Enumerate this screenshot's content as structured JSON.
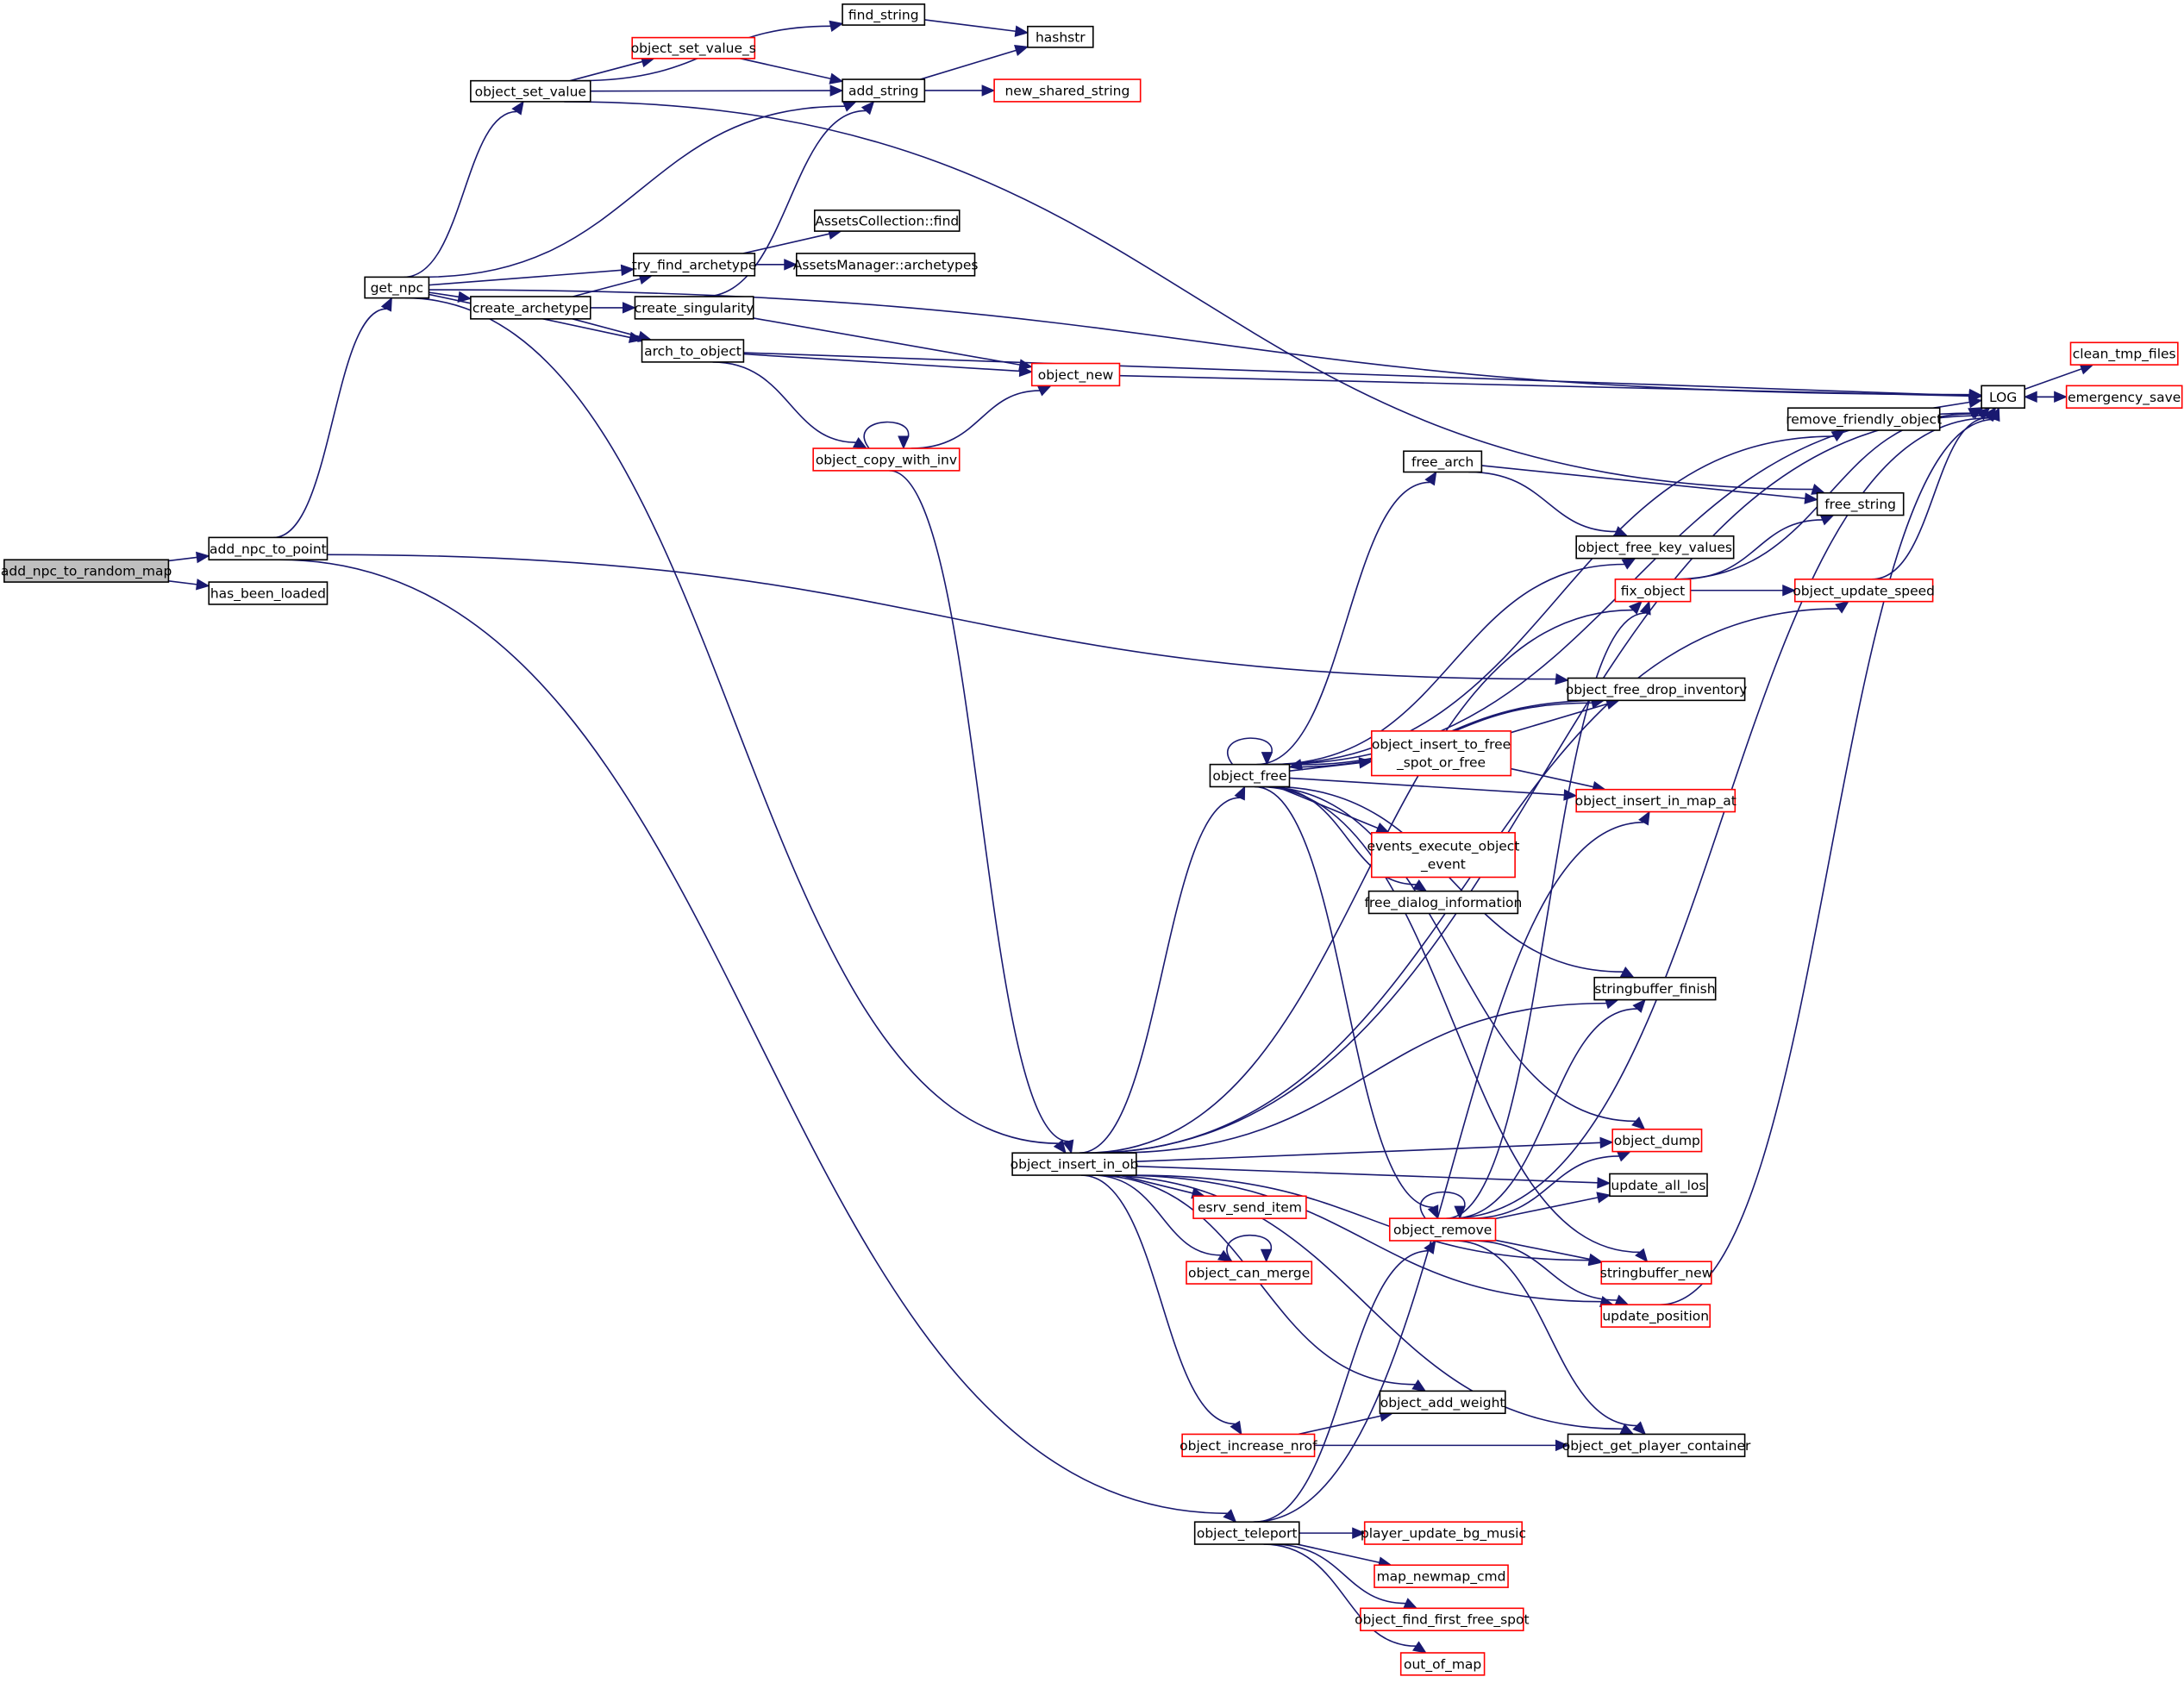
{
  "title": "Call graph of add_npc_to_random_map",
  "colors": {
    "edge": "#191970",
    "node_border": "#000000",
    "truncated_node_border": "#ff0000",
    "root_fill": "#bfbfbf"
  },
  "nodes": [
    {
      "id": "add_npc_to_random_map",
      "label": [
        "add_npc_to_random_map"
      ],
      "kind": "root"
    },
    {
      "id": "add_npc_to_point",
      "label": [
        "add_npc_to_point"
      ],
      "kind": "plain"
    },
    {
      "id": "has_been_loaded",
      "label": [
        "has_been_loaded"
      ],
      "kind": "plain"
    },
    {
      "id": "get_npc",
      "label": [
        "get_npc"
      ],
      "kind": "plain"
    },
    {
      "id": "object_set_value",
      "label": [
        "object_set_value"
      ],
      "kind": "plain"
    },
    {
      "id": "create_archetype",
      "label": [
        "create_archetype"
      ],
      "kind": "plain"
    },
    {
      "id": "find_string",
      "label": [
        "find_string"
      ],
      "kind": "plain"
    },
    {
      "id": "object_set_value_s",
      "label": [
        "object_set_value_s"
      ],
      "kind": "red"
    },
    {
      "id": "add_string",
      "label": [
        "add_string"
      ],
      "kind": "plain"
    },
    {
      "id": "hashstr",
      "label": [
        "hashstr"
      ],
      "kind": "plain"
    },
    {
      "id": "new_shared_string",
      "label": [
        "new_shared_string"
      ],
      "kind": "red"
    },
    {
      "id": "AssetsCollection::find",
      "label": [
        "AssetsCollection::find"
      ],
      "kind": "plain"
    },
    {
      "id": "try_find_archetype",
      "label": [
        "try_find_archetype"
      ],
      "kind": "plain"
    },
    {
      "id": "AssetsManager::archetypes",
      "label": [
        "AssetsManager::archetypes"
      ],
      "kind": "plain"
    },
    {
      "id": "create_singularity",
      "label": [
        "create_singularity"
      ],
      "kind": "plain"
    },
    {
      "id": "arch_to_object",
      "label": [
        "arch_to_object"
      ],
      "kind": "plain"
    },
    {
      "id": "object_new",
      "label": [
        "object_new"
      ],
      "kind": "red"
    },
    {
      "id": "object_copy_with_inv",
      "label": [
        "object_copy_with_inv"
      ],
      "kind": "red"
    },
    {
      "id": "LOG",
      "label": [
        "LOG"
      ],
      "kind": "plain"
    },
    {
      "id": "clean_tmp_files",
      "label": [
        "clean_tmp_files"
      ],
      "kind": "red"
    },
    {
      "id": "emergency_save",
      "label": [
        "emergency_save"
      ],
      "kind": "red"
    },
    {
      "id": "remove_friendly_object",
      "label": [
        "remove_friendly_object"
      ],
      "kind": "plain"
    },
    {
      "id": "free_arch",
      "label": [
        "free_arch"
      ],
      "kind": "plain"
    },
    {
      "id": "free_string",
      "label": [
        "free_string"
      ],
      "kind": "plain"
    },
    {
      "id": "object_free_key_values",
      "label": [
        "object_free_key_values"
      ],
      "kind": "plain"
    },
    {
      "id": "fix_object",
      "label": [
        "fix_object"
      ],
      "kind": "red"
    },
    {
      "id": "object_update_speed",
      "label": [
        "object_update_speed"
      ],
      "kind": "red"
    },
    {
      "id": "object_free_drop_inventory",
      "label": [
        "object_free_drop_inventory"
      ],
      "kind": "plain"
    },
    {
      "id": "object_free",
      "label": [
        "object_free"
      ],
      "kind": "plain"
    },
    {
      "id": "object_insert_to_free_spot_or_free",
      "label": [
        "object_insert_to_free",
        "_spot_or_free"
      ],
      "kind": "red"
    },
    {
      "id": "object_insert_in_map_at",
      "label": [
        "object_insert_in_map_at"
      ],
      "kind": "red"
    },
    {
      "id": "events_execute_object_event",
      "label": [
        "events_execute_object",
        "_event"
      ],
      "kind": "red"
    },
    {
      "id": "free_dialog_information",
      "label": [
        "free_dialog_information"
      ],
      "kind": "plain"
    },
    {
      "id": "stringbuffer_finish",
      "label": [
        "stringbuffer_finish"
      ],
      "kind": "plain"
    },
    {
      "id": "object_insert_in_ob",
      "label": [
        "object_insert_in_ob"
      ],
      "kind": "plain"
    },
    {
      "id": "object_dump",
      "label": [
        "object_dump"
      ],
      "kind": "red"
    },
    {
      "id": "update_all_los",
      "label": [
        "update_all_los"
      ],
      "kind": "plain"
    },
    {
      "id": "esrv_send_item",
      "label": [
        "esrv_send_item"
      ],
      "kind": "red"
    },
    {
      "id": "object_remove",
      "label": [
        "object_remove"
      ],
      "kind": "red"
    },
    {
      "id": "object_can_merge",
      "label": [
        "object_can_merge"
      ],
      "kind": "red"
    },
    {
      "id": "stringbuffer_new",
      "label": [
        "stringbuffer_new"
      ],
      "kind": "red"
    },
    {
      "id": "update_position",
      "label": [
        "update_position"
      ],
      "kind": "red"
    },
    {
      "id": "object_add_weight",
      "label": [
        "object_add_weight"
      ],
      "kind": "plain"
    },
    {
      "id": "object_increase_nrof",
      "label": [
        "object_increase_nrof"
      ],
      "kind": "red"
    },
    {
      "id": "object_get_player_container",
      "label": [
        "object_get_player_container"
      ],
      "kind": "plain"
    },
    {
      "id": "object_teleport",
      "label": [
        "object_teleport"
      ],
      "kind": "plain"
    },
    {
      "id": "player_update_bg_music",
      "label": [
        "player_update_bg_music"
      ],
      "kind": "red"
    },
    {
      "id": "map_newmap_cmd",
      "label": [
        "map_newmap_cmd"
      ],
      "kind": "red"
    },
    {
      "id": "object_find_first_free_spot",
      "label": [
        "object_find_first_free_spot"
      ],
      "kind": "red"
    },
    {
      "id": "out_of_map",
      "label": [
        "out_of_map"
      ],
      "kind": "red"
    }
  ],
  "edges": [
    [
      "add_npc_to_random_map",
      "add_npc_to_point"
    ],
    [
      "add_npc_to_random_map",
      "has_been_loaded"
    ],
    [
      "add_npc_to_point",
      "get_npc"
    ],
    [
      "add_npc_to_point",
      "object_free_drop_inventory"
    ],
    [
      "add_npc_to_point",
      "object_teleport"
    ],
    [
      "get_npc",
      "object_set_value"
    ],
    [
      "get_npc",
      "add_string"
    ],
    [
      "get_npc",
      "LOG"
    ],
    [
      "get_npc",
      "try_find_archetype"
    ],
    [
      "get_npc",
      "create_archetype"
    ],
    [
      "get_npc",
      "arch_to_object"
    ],
    [
      "get_npc",
      "object_insert_in_ob"
    ],
    [
      "object_set_value",
      "find_string"
    ],
    [
      "object_set_value",
      "object_set_value_s"
    ],
    [
      "object_set_value",
      "add_string"
    ],
    [
      "object_set_value",
      "free_string"
    ],
    [
      "object_set_value_s",
      "add_string"
    ],
    [
      "find_string",
      "hashstr"
    ],
    [
      "add_string",
      "hashstr"
    ],
    [
      "add_string",
      "new_shared_string"
    ],
    [
      "create_archetype",
      "try_find_archetype"
    ],
    [
      "create_archetype",
      "create_singularity"
    ],
    [
      "create_archetype",
      "arch_to_object"
    ],
    [
      "try_find_archetype",
      "AssetsCollection::find"
    ],
    [
      "try_find_archetype",
      "AssetsManager::archetypes"
    ],
    [
      "create_singularity",
      "add_string"
    ],
    [
      "create_singularity",
      "object_new"
    ],
    [
      "arch_to_object",
      "LOG"
    ],
    [
      "arch_to_object",
      "object_new"
    ],
    [
      "arch_to_object",
      "object_copy_with_inv"
    ],
    [
      "object_copy_with_inv",
      "object_copy_with_inv"
    ],
    [
      "object_copy_with_inv",
      "object_new"
    ],
    [
      "object_copy_with_inv",
      "object_insert_in_ob"
    ],
    [
      "object_new",
      "LOG"
    ],
    [
      "LOG",
      "clean_tmp_files"
    ],
    [
      "LOG",
      "emergency_save"
    ],
    [
      "emergency_save",
      "LOG"
    ],
    [
      "remove_friendly_object",
      "LOG"
    ],
    [
      "free_arch",
      "free_string"
    ],
    [
      "free_arch",
      "object_free_key_values"
    ],
    [
      "fix_object",
      "LOG"
    ],
    [
      "fix_object",
      "free_string"
    ],
    [
      "fix_object",
      "object_update_speed"
    ],
    [
      "object_update_speed",
      "LOG"
    ],
    [
      "object_free_drop_inventory",
      "object_free"
    ],
    [
      "object_free",
      "object_free"
    ],
    [
      "object_free",
      "LOG"
    ],
    [
      "object_free",
      "remove_friendly_object"
    ],
    [
      "object_free",
      "free_arch"
    ],
    [
      "object_free",
      "object_free_key_values"
    ],
    [
      "object_free",
      "object_free_drop_inventory"
    ],
    [
      "object_free",
      "object_insert_to_free_spot_or_free"
    ],
    [
      "object_free",
      "object_insert_in_map_at"
    ],
    [
      "object_free",
      "events_execute_object_event"
    ],
    [
      "object_free",
      "free_dialog_information"
    ],
    [
      "object_free",
      "stringbuffer_finish"
    ],
    [
      "object_free",
      "object_dump"
    ],
    [
      "object_free",
      "object_remove"
    ],
    [
      "object_free",
      "stringbuffer_new"
    ],
    [
      "object_insert_to_free_spot_or_free",
      "object_free_drop_inventory"
    ],
    [
      "object_insert_to_free_spot_or_free",
      "object_insert_in_map_at"
    ],
    [
      "object_insert_in_ob",
      "LOG"
    ],
    [
      "object_insert_in_ob",
      "fix_object"
    ],
    [
      "object_insert_in_ob",
      "object_update_speed"
    ],
    [
      "object_insert_in_ob",
      "object_free"
    ],
    [
      "object_insert_in_ob",
      "stringbuffer_finish"
    ],
    [
      "object_insert_in_ob",
      "object_dump"
    ],
    [
      "object_insert_in_ob",
      "update_all_los"
    ],
    [
      "object_insert_in_ob",
      "esrv_send_item"
    ],
    [
      "object_insert_in_ob",
      "object_can_merge"
    ],
    [
      "object_insert_in_ob",
      "stringbuffer_new"
    ],
    [
      "object_insert_in_ob",
      "update_position"
    ],
    [
      "object_insert_in_ob",
      "object_add_weight"
    ],
    [
      "object_insert_in_ob",
      "object_increase_nrof"
    ],
    [
      "object_insert_in_ob",
      "object_get_player_container"
    ],
    [
      "object_can_merge",
      "object_can_merge"
    ],
    [
      "object_remove",
      "object_remove"
    ],
    [
      "object_remove",
      "LOG"
    ],
    [
      "object_remove",
      "fix_object"
    ],
    [
      "object_remove",
      "stringbuffer_finish"
    ],
    [
      "object_remove",
      "object_dump"
    ],
    [
      "object_remove",
      "update_all_los"
    ],
    [
      "object_remove",
      "stringbuffer_new"
    ],
    [
      "object_remove",
      "update_position"
    ],
    [
      "object_remove",
      "object_get_player_container"
    ],
    [
      "update_position",
      "LOG"
    ],
    [
      "object_increase_nrof",
      "object_add_weight"
    ],
    [
      "object_increase_nrof",
      "object_get_player_container"
    ],
    [
      "object_teleport",
      "object_insert_in_map_at"
    ],
    [
      "object_teleport",
      "object_remove"
    ],
    [
      "object_teleport",
      "player_update_bg_music"
    ],
    [
      "object_teleport",
      "map_newmap_cmd"
    ],
    [
      "object_teleport",
      "object_find_first_free_spot"
    ],
    [
      "object_teleport",
      "out_of_map"
    ]
  ]
}
